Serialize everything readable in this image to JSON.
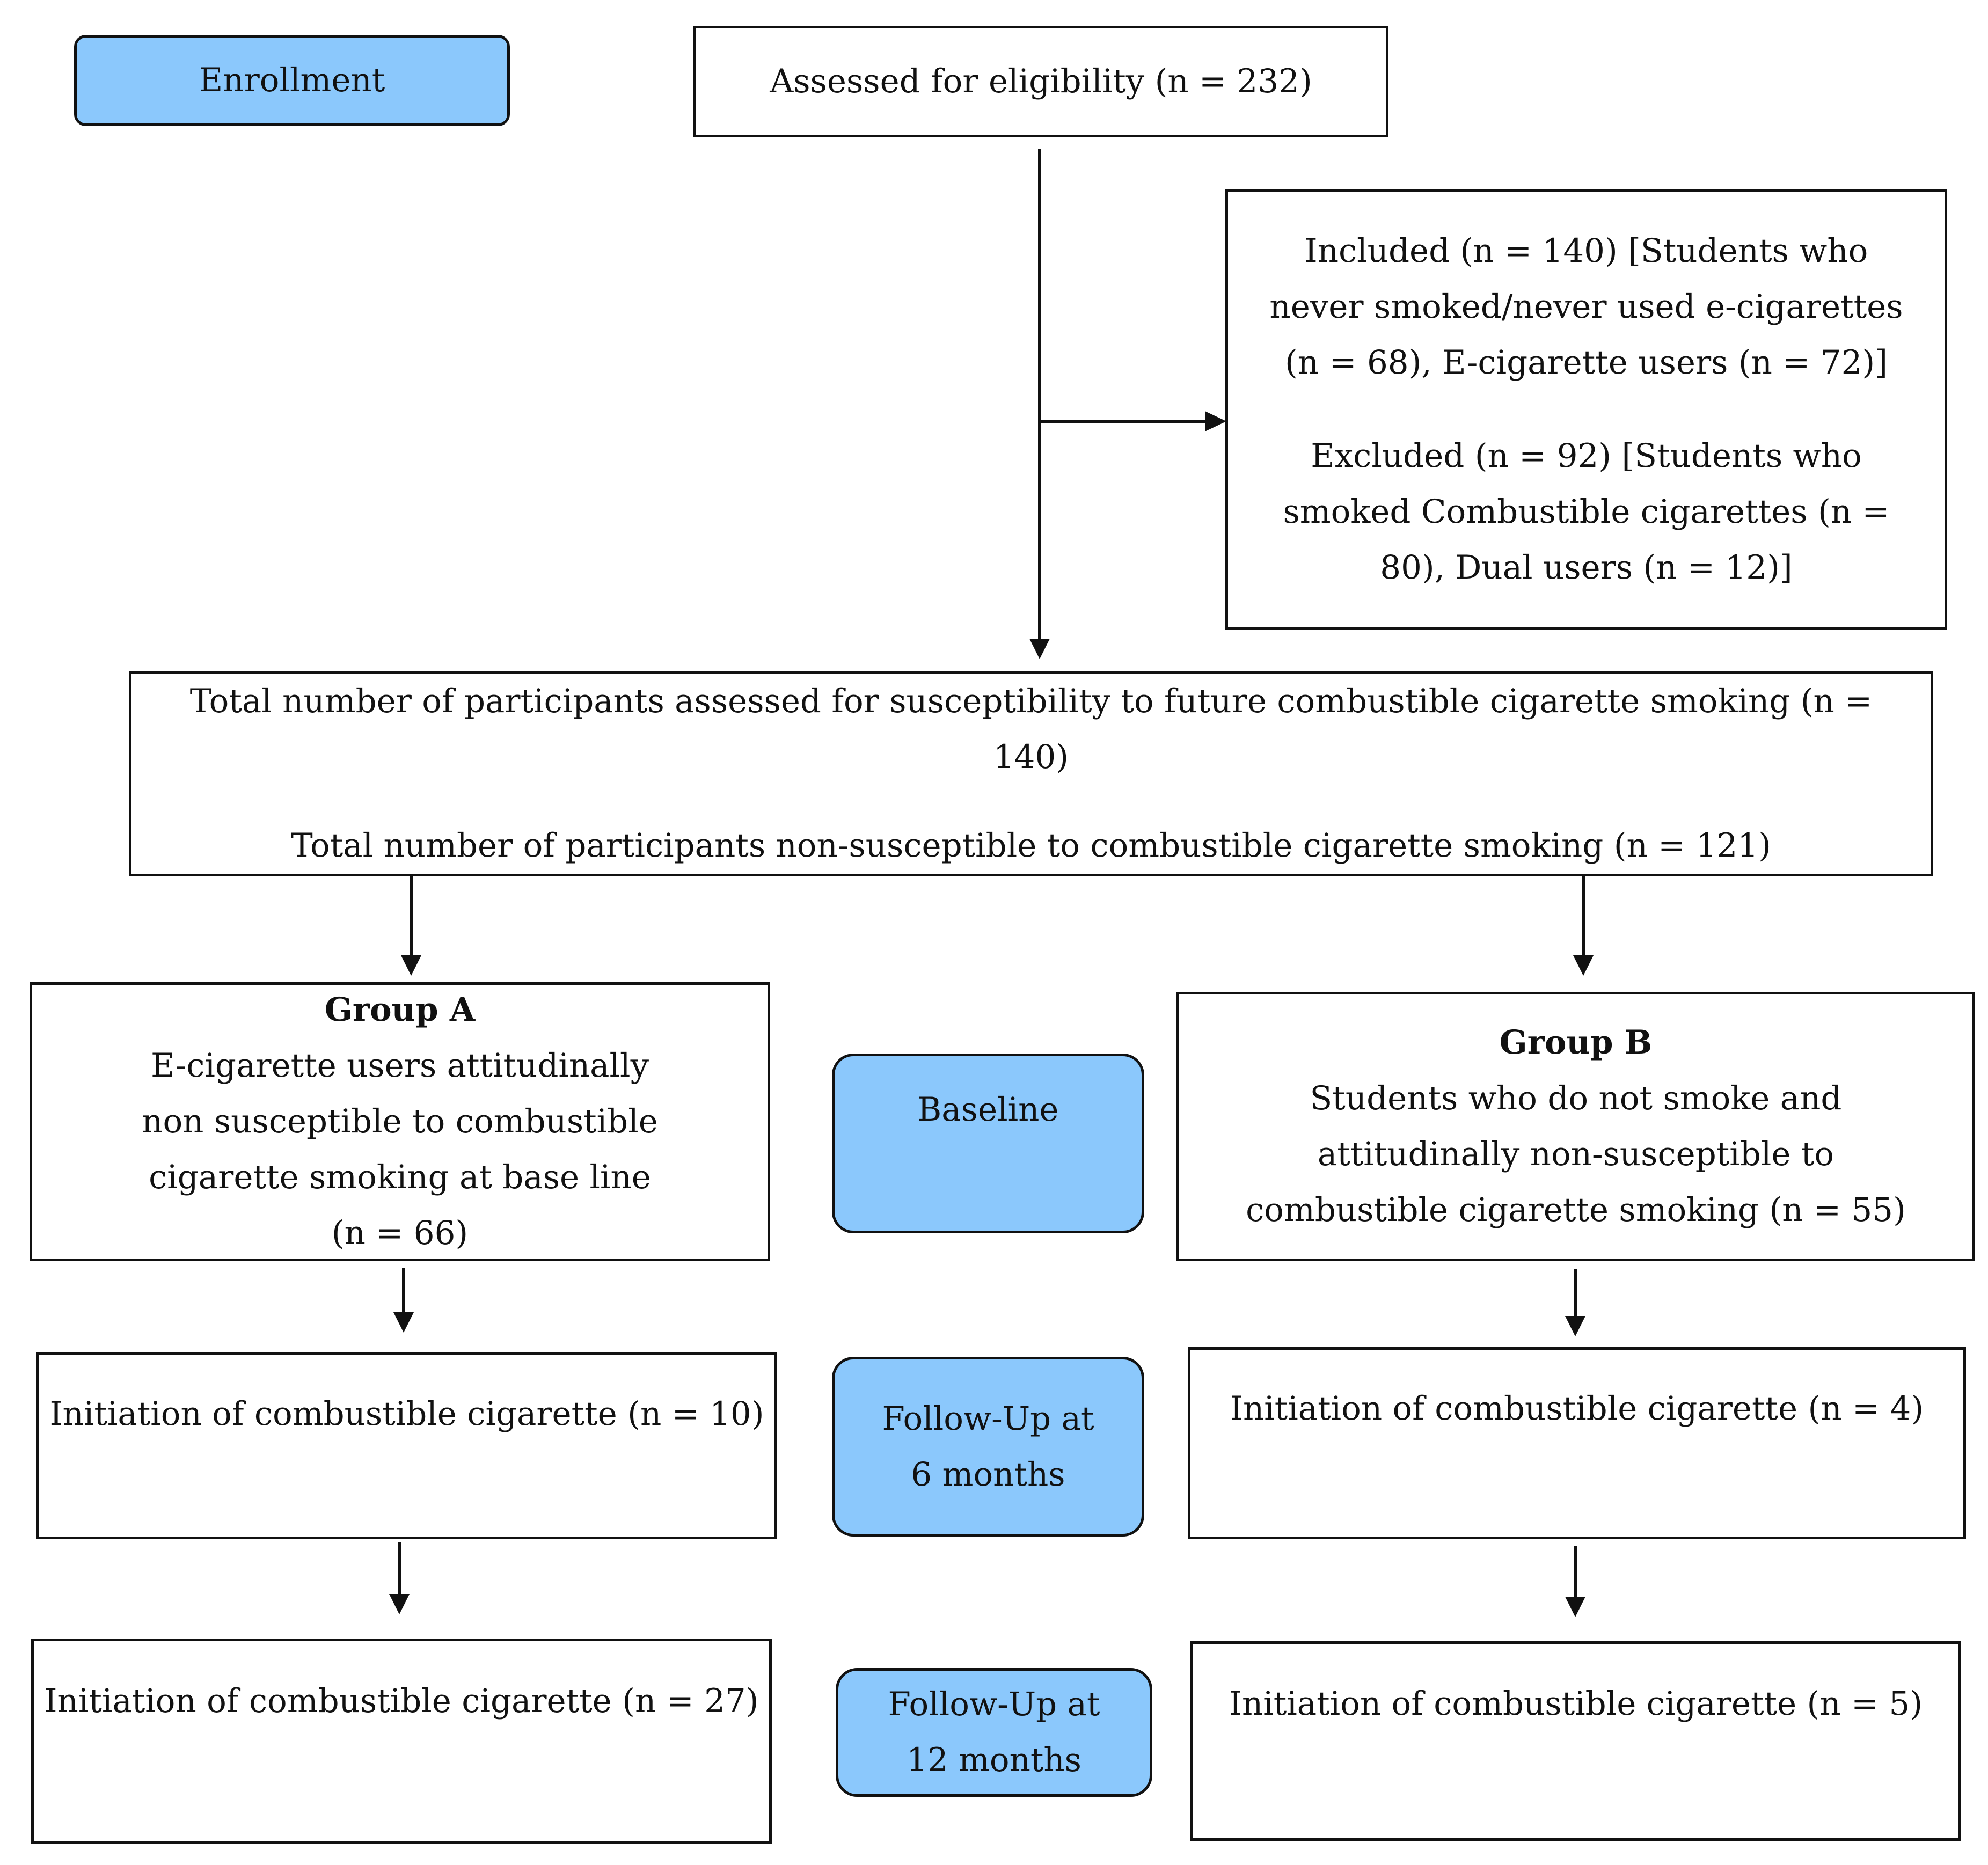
{
  "stages": {
    "enrollment": "Enrollment",
    "baseline": "Baseline",
    "follow_up_6": "Follow-Up at 6 months",
    "follow_up_12": "Follow-Up at 12 months"
  },
  "boxes": {
    "assessed": "Assessed for eligibility (n = 232)",
    "included": "Included (n = 140) [Students who never smoked/never used e-cigarettes (n = 68), E-cigarette users (n = 72)]",
    "excluded": "Excluded (n = 92) [Students who smoked Combustible cigarettes (n = 80), Dual users (n = 12)]",
    "total_assessed": "Total number of participants assessed for susceptibility to future combustible cigarette smoking (n = 140)",
    "total_non_susceptible": "Total number of participants non-susceptible to combustible cigarette smoking (n = 121)"
  },
  "group_a": {
    "title": "Group A",
    "description": "E-cigarette users attitudinally non susceptible to combustible cigarette smoking at base line (n = 66)",
    "follow_up_6": "Initiation of combustible cigarette (n = 10)",
    "follow_up_12": "Initiation of combustible cigarette (n = 27)"
  },
  "group_b": {
    "title": "Group B",
    "description": "Students who do not smoke and attitudinally non-susceptible to combustible cigarette smoking (n = 55)",
    "follow_up_6": "Initiation of combustible cigarette (n = 4)",
    "follow_up_12": "Initiation of combustible cigarette (n = 5)"
  }
}
